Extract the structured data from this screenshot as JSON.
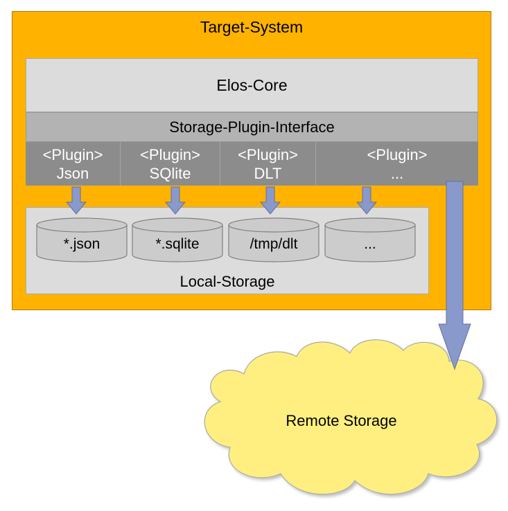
{
  "target_system": {
    "title": "Target-System"
  },
  "core": {
    "label": "Elos-Core"
  },
  "interface": {
    "label": "Storage-Plugin-Interface"
  },
  "plugins": [
    {
      "tag": "<Plugin>",
      "name": "Json"
    },
    {
      "tag": "<Plugin>",
      "name": "SQlite"
    },
    {
      "tag": "<Plugin>",
      "name": "DLT"
    },
    {
      "tag": "<Plugin>",
      "name": "..."
    }
  ],
  "local_storage": {
    "label": "Local-Storage",
    "stores": [
      "*.json",
      "*.sqlite",
      "/tmp/dlt",
      "..."
    ]
  },
  "remote_storage": {
    "label": "Remote Storage"
  },
  "colors": {
    "target_bg": "#ffb300",
    "core_bg": "#dcdcdc",
    "interface_bg": "#b3b3b3",
    "plugin_bg": "#8c8c8c",
    "arrow": "#8a99cc",
    "cloud": "#ffef80"
  }
}
